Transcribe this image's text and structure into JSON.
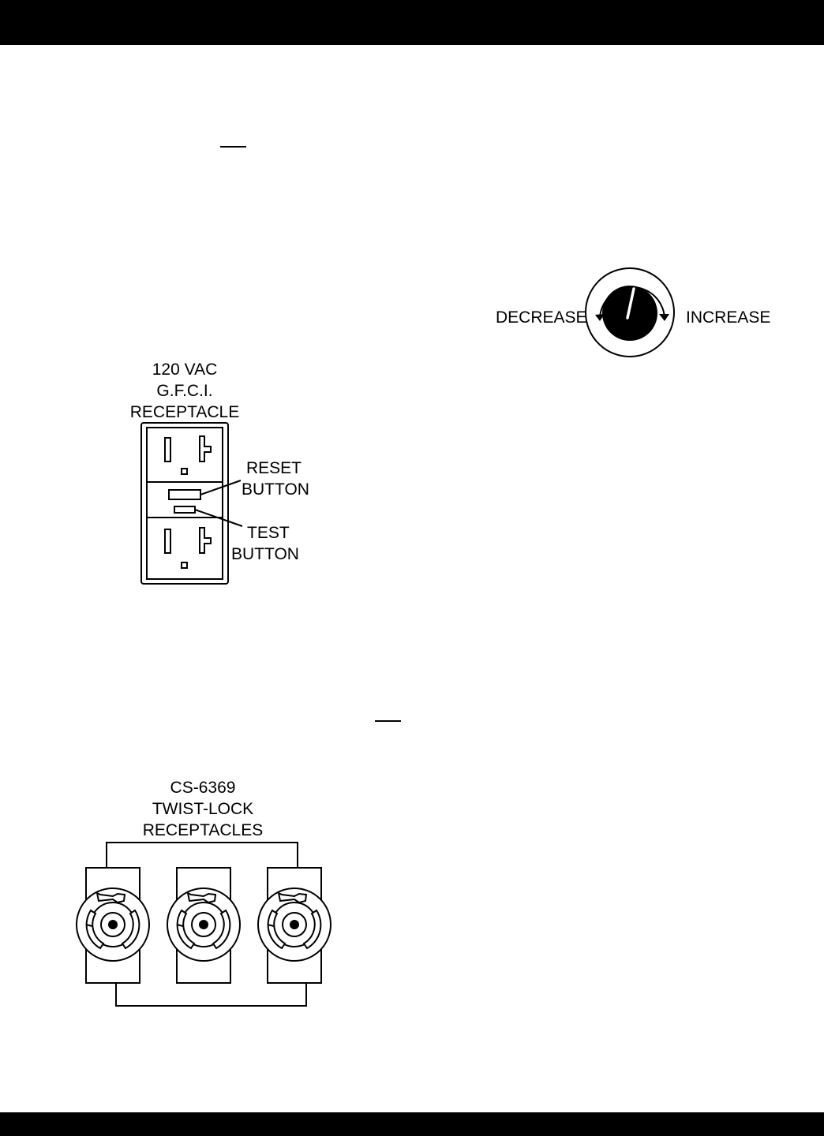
{
  "gfci": {
    "title_line1": "120 VAC",
    "title_line2": "G.F.C.I.",
    "title_line3": "RECEPTACLE",
    "reset_line1": "RESET",
    "reset_line2": "BUTTON",
    "test_line1": "TEST",
    "test_line2": "BUTTON"
  },
  "dial": {
    "left_label": "DECREASE",
    "right_label": "INCREASE",
    "icon": "voltage-adjust-knob-icon"
  },
  "twistlock": {
    "title_line1": "CS-6369",
    "title_line2": "TWIST-LOCK",
    "title_line3": "RECEPTACLES",
    "icon": "twist-lock-receptacle-icon"
  },
  "colors": {
    "ink": "#000000",
    "paper": "#ffffff"
  }
}
